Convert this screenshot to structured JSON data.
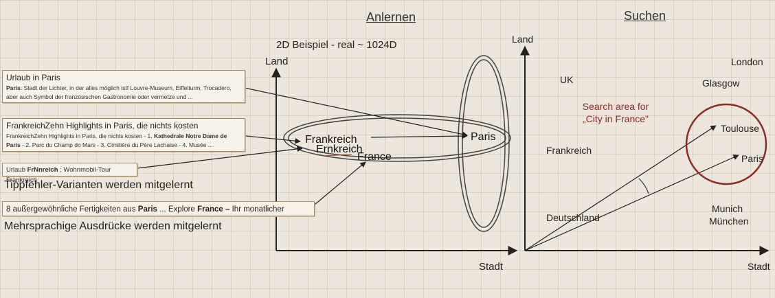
{
  "left": {
    "title": "Anlernen",
    "subtitle": "2D Beispiel - real ~ 1024D",
    "axis_y": "Land",
    "axis_x": "Stadt",
    "points": {
      "frankreich": "Frankreich",
      "ernkreich": "Ernkreich",
      "france": "France",
      "paris": "Paris"
    },
    "box1": {
      "title": "Urlaub in Paris",
      "body_bold": "Paris",
      "body_line1": ": Stadt der Lichter, in der alles möglich istf Louvre-Museum, Eiffelturm, Trocadero,",
      "body_line2": "aber auch Symbol der französischen Gastronomie oder vermetze und ..."
    },
    "box2": {
      "title": "FrankreichZehn Highlights in Paris, die nichts kosten",
      "line1_a": "FrankreichZehn Highlights in Paris, die nichts kosten - 1. ",
      "line1_b": "Kathedrale Notre Dame de",
      "line2_a": "Paris",
      "line2_b": " - 2. Parc du Champ do Mars - 3. Cimitière du Père Lachaise - 4. Musée ..."
    },
    "box3": {
      "a": "Urlaub ",
      "b": "FrNnreich",
      "c": " ; Wohnmobil-Tour Frankreich"
    },
    "caption1": "Tippfehler-Varianten werden mitgelernt",
    "box4": {
      "a": "8 außergewöhnliche Fertigkeiten aus ",
      "b": "Paris",
      "c": " ... Explore ",
      "d": "France –",
      "e": " Ihr monatlicher"
    },
    "caption2": "Mehrsprachige Ausdrücke werden mitgelernt"
  },
  "right": {
    "title": "Suchen",
    "axis_y": "Land",
    "axis_x": "Stadt",
    "labels": {
      "london": "London",
      "uk": "UK",
      "glasgow": "Glasgow",
      "search_area": "Search area for „City in France\"",
      "toulouse": "Toulouse",
      "frankreich": "Frankreich",
      "paris": "Paris",
      "munich": "Munich",
      "muenchen": "München",
      "deutschland": "Deutschland"
    }
  },
  "colors": {
    "line": "#222222",
    "search_circle": "#8b2b22"
  }
}
